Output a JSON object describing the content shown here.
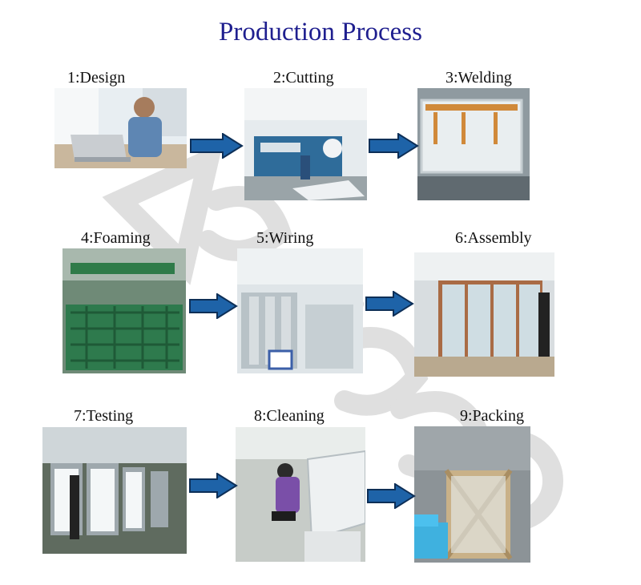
{
  "title": "Production Process",
  "steps": [
    {
      "label": "1:Design"
    },
    {
      "label": "2:Cutting"
    },
    {
      "label": "3:Welding"
    },
    {
      "label": "4:Foaming"
    },
    {
      "label": "5:Wiring"
    },
    {
      "label": "6:Assembly"
    },
    {
      "label": "7:Testing"
    },
    {
      "label": "8:Cleaning"
    },
    {
      "label": "9:Packing"
    }
  ],
  "colors": {
    "title": "#1f1f8f",
    "arrow_fill": "#1e63a8",
    "arrow_stroke": "#0d2f57",
    "watermark": "#d9d9d9"
  }
}
